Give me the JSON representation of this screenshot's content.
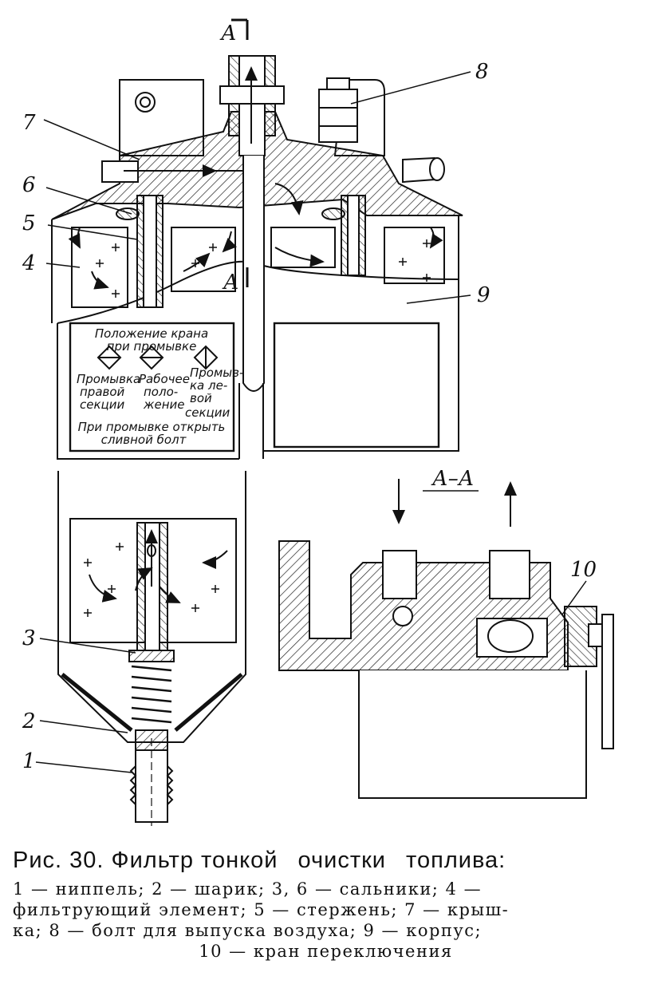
{
  "figure": {
    "callouts": {
      "n1": "1",
      "n2": "2",
      "n3": "3",
      "n4": "4",
      "n5": "5",
      "n6": "6",
      "n7": "7",
      "n8": "8",
      "n9": "9",
      "n10": "10"
    },
    "section_mark": "А",
    "section_title": "А–А",
    "plate": {
      "line1": "Положение крана",
      "line2": "при промывке",
      "col1_line1": "Промывка",
      "col1_line2": "правой",
      "col1_line3": "секции",
      "col2_line1": "Рабочее",
      "col2_line2": "поло-",
      "col2_line3": "жение",
      "col3_line1": "Промыв-",
      "col3_line2": "ка ле-",
      "col3_line3": "вой",
      "col3_line4": "секции",
      "bottom1": "При промывке открыть",
      "bottom2": "сливной болт"
    }
  },
  "caption": {
    "title_1": "Рис. 30. Фильтр тонкой",
    "title_2": "очистки",
    "title_3": "топлива:",
    "line1": "1 — ниппель;  2 — шарик;   3,   6 — сальники;   4 —",
    "line2": "фильтрующий  элемент;  5 — стержень;  7 — крыш-",
    "line3": "ка;  8 — болт  для  выпуска  воздуха;  9 — корпус;",
    "line4": "10 — кран  переключения"
  }
}
